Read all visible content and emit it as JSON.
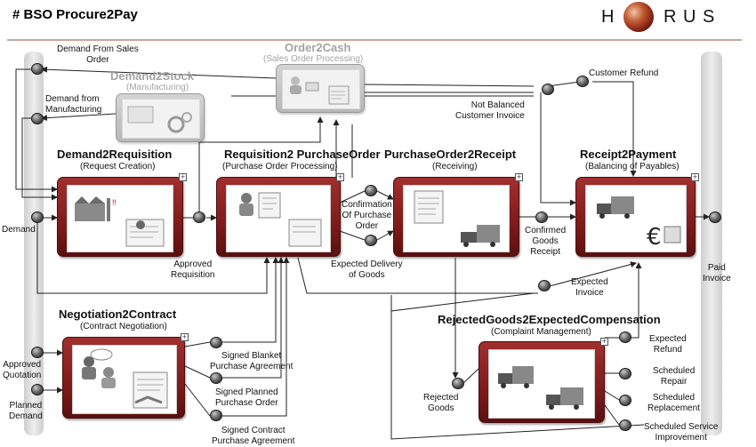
{
  "header": {
    "title": "# BSO Procure2Pay"
  },
  "logo": {
    "left": "H",
    "right": "R U S"
  },
  "gray_processes": {
    "order2cash": {
      "title": "Order2Cash",
      "subtitle": "(Sales Order Processing)"
    },
    "demand2stock": {
      "title": "Demand2Stock",
      "subtitle": "(Manufacturing)"
    }
  },
  "processes": {
    "demand2requisition": {
      "title": "Demand2Requisition",
      "subtitle": "(Request Creation)"
    },
    "requisition2purchaseorder": {
      "title": "Requisition2 PurchaseOrder",
      "subtitle": "(Purchase Order Processing)"
    },
    "purchaseorder2receipt": {
      "title": "PurchaseOrder2Receipt",
      "subtitle": "(Receiving)"
    },
    "receipt2payment": {
      "title": "Receipt2Payment",
      "subtitle": "(Balancing of Payables)"
    },
    "negotiation2contract": {
      "title": "Negotiation2Contract",
      "subtitle": "(Contract Negotiation)"
    },
    "rejectedgoods": {
      "title": "RejectedGoods2ExpectedCompensation",
      "subtitle": "(Complaint Management)"
    }
  },
  "events": {
    "demand_from_sales_order": "Demand From Sales\nOrder",
    "demand_from_manufacturing": "Demand from\nManufacturing",
    "demand": "Demand",
    "approved_quotation": "Approved\nQuotation",
    "planned_demand": "Planned\nDemand",
    "approved_requisition": "Approved\nRequisition",
    "confirmation_of_purchase_order": "Confirmation\nOf Purchase\nOrder",
    "expected_delivery_of_goods": "Expected Delivery\nof Goods",
    "confirmed_goods_receipt": "Confirmed\nGoods\nReceipt",
    "customer_refund": "Customer Refund",
    "not_balanced_customer_invoice": "Not Balanced\nCustomer Invoice",
    "expected_invoice": "Expected\nInvoice",
    "paid_invoice": "Paid\nInvoice",
    "signed_blanket_purchase_agreement": "Signed Blanket\nPurchase Agreement",
    "signed_planned_purchase_order": "Signed Planned\nPurchase Order",
    "signed_contract_purchase_agreement": "Signed Contract\nPurchase Agreement",
    "rejected_goods": "Rejected\nGoods",
    "expected_refund": "Expected\nRefund",
    "scheduled_repair": "Scheduled\nRepair",
    "scheduled_replacement": "Scheduled\nReplacement",
    "scheduled_service_improvement": "Scheduled Service\nImprovement"
  },
  "icons": [
    "factory-icon",
    "documents-icon",
    "person-icon",
    "delivery-truck-icon",
    "euro-cash-icon",
    "handshake-icon",
    "contract-icon",
    "gears-icon",
    "money-icon"
  ],
  "colors": {
    "process_red": "#7e1b1b",
    "pillar_grey": "#dcdcdc",
    "node_dark": "#333333"
  }
}
